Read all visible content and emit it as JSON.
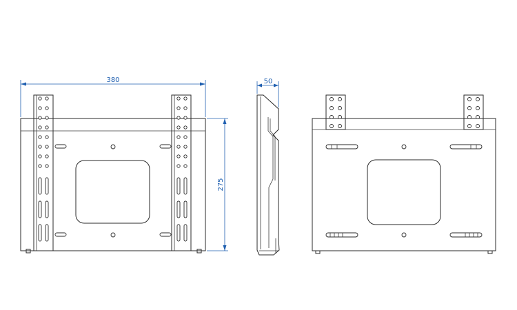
{
  "colors": {
    "line": "#2a2a2a",
    "dimension": "#1f5fb0",
    "background": "#ffffff"
  },
  "dimensions": {
    "width": "380",
    "depth": "50",
    "height": "275"
  }
}
